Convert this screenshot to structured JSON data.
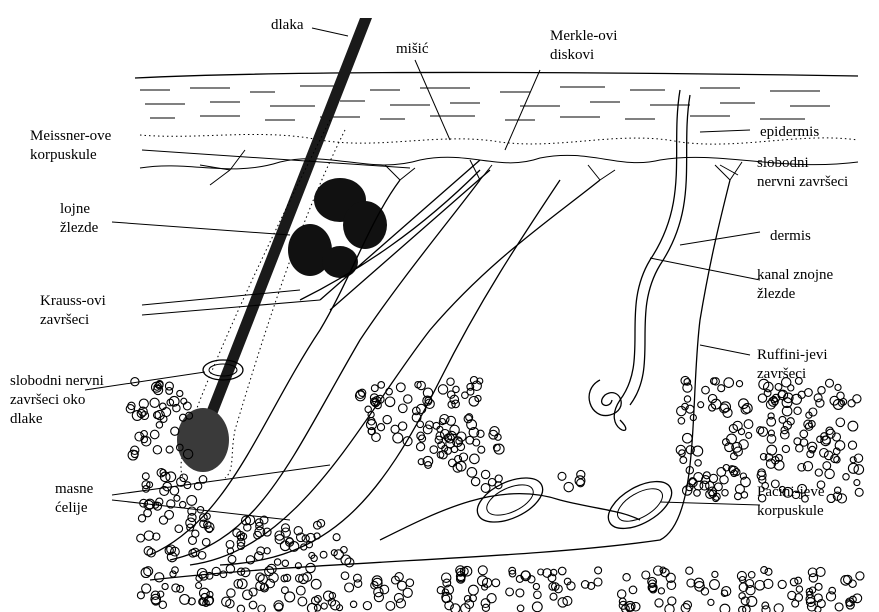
{
  "labels": {
    "dlaka": "dlaka",
    "misic": "mišić",
    "merkle": [
      "Merkle-ovi",
      "diskovi"
    ],
    "meissner": [
      "Meissner-ove",
      "korpuskule"
    ],
    "epidermis": "epidermis",
    "slobodni": [
      "slobodni",
      "nervni završeci"
    ],
    "lojne": [
      "lojne",
      "žlezde"
    ],
    "dermis": "dermis",
    "kanal": [
      "kanal znojne",
      "žlezde"
    ],
    "krauss": [
      "Krauss-ovi",
      "završeci"
    ],
    "ruffini": [
      "Ruffini-jevi",
      "završeci"
    ],
    "slobodni_oko_dlake": [
      "slobodni nervni",
      "završeci oko",
      "dlake"
    ],
    "masne": [
      "masne",
      "ćelije"
    ],
    "pacini": [
      "Pacini-jeve",
      "korpuskule"
    ]
  }
}
